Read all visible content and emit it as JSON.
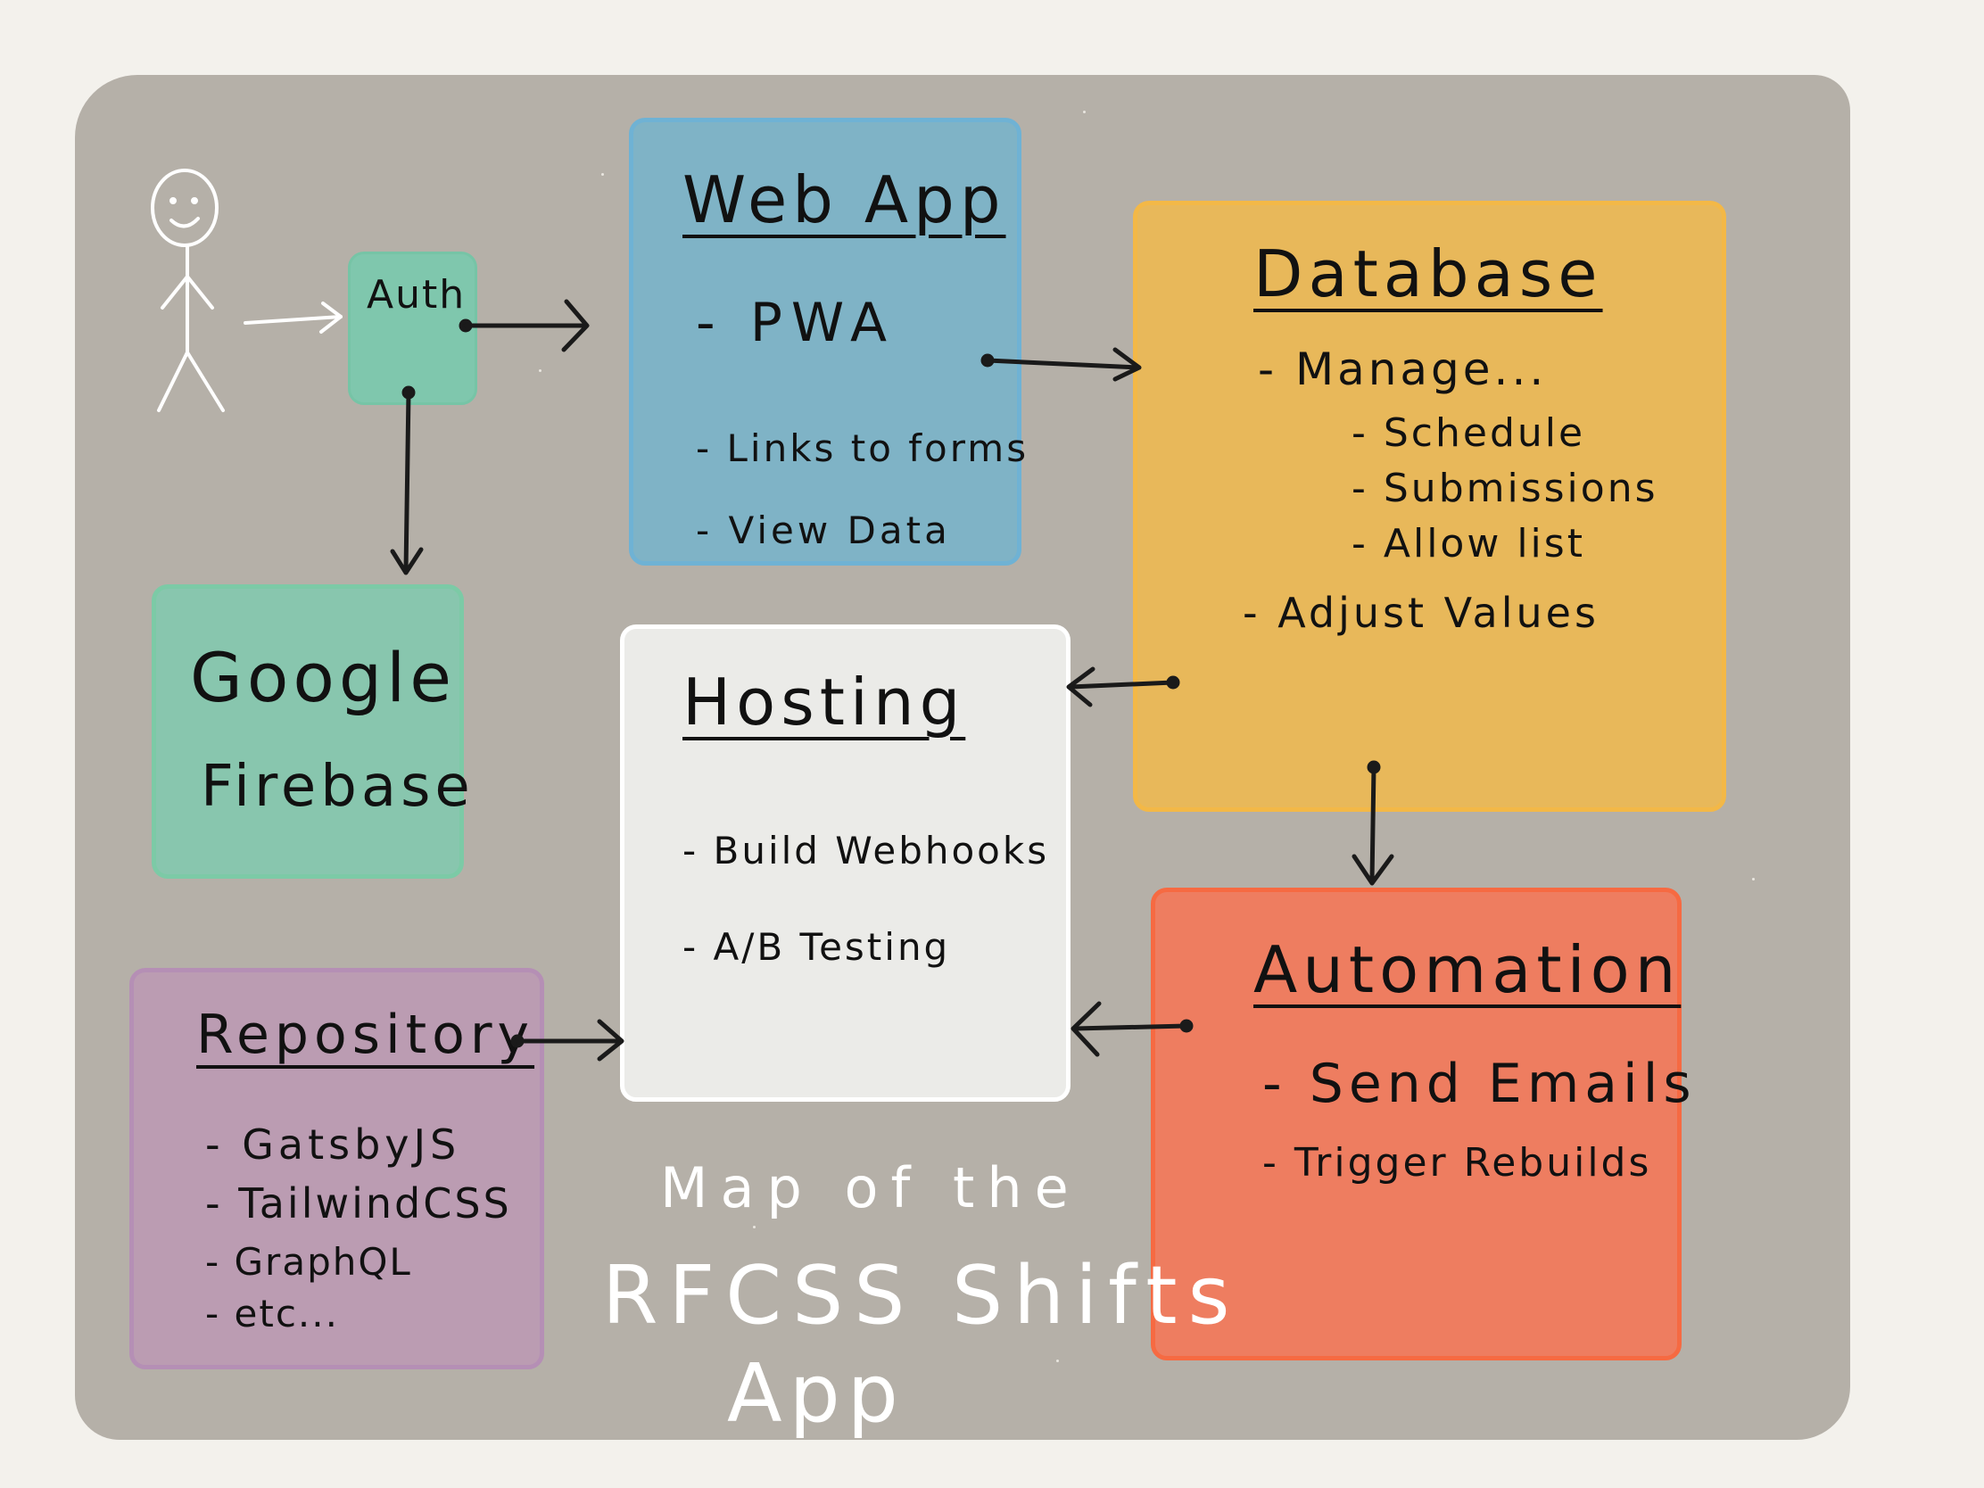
{
  "auth": {
    "label": "Auth"
  },
  "google_firebase": {
    "line1": "Google",
    "line2": "Firebase"
  },
  "web_app": {
    "title": "Web App",
    "items": [
      "PWA",
      "Links to forms",
      "View Data"
    ]
  },
  "database": {
    "title": "Database",
    "manage_label": "Manage...",
    "manage_items": [
      "Schedule",
      "Submissions",
      "Allow list"
    ],
    "adjust_label": "Adjust Values"
  },
  "hosting": {
    "title": "Hosting",
    "items": [
      "Build Webhooks",
      "A/B Testing"
    ]
  },
  "automation": {
    "title": "Automation",
    "items": [
      "Send Emails",
      "Trigger Rebuilds"
    ]
  },
  "repository": {
    "title": "Repository",
    "items": [
      "GatsbyJS",
      "TailwindCSS",
      "GraphQL",
      "etc..."
    ]
  },
  "caption": {
    "line1": "Map of the",
    "line2": "RFCSS Shifts",
    "line3": "App"
  },
  "colors": {
    "board": "#b5b0a8",
    "auth": "#7fc7ad",
    "firebase": "#88c6ae",
    "web_app": "#7fb3c6",
    "database": "#e8b85a",
    "hosting": "#ebebe8",
    "automation": "#ee7d60",
    "repository": "#bb9cb2"
  }
}
